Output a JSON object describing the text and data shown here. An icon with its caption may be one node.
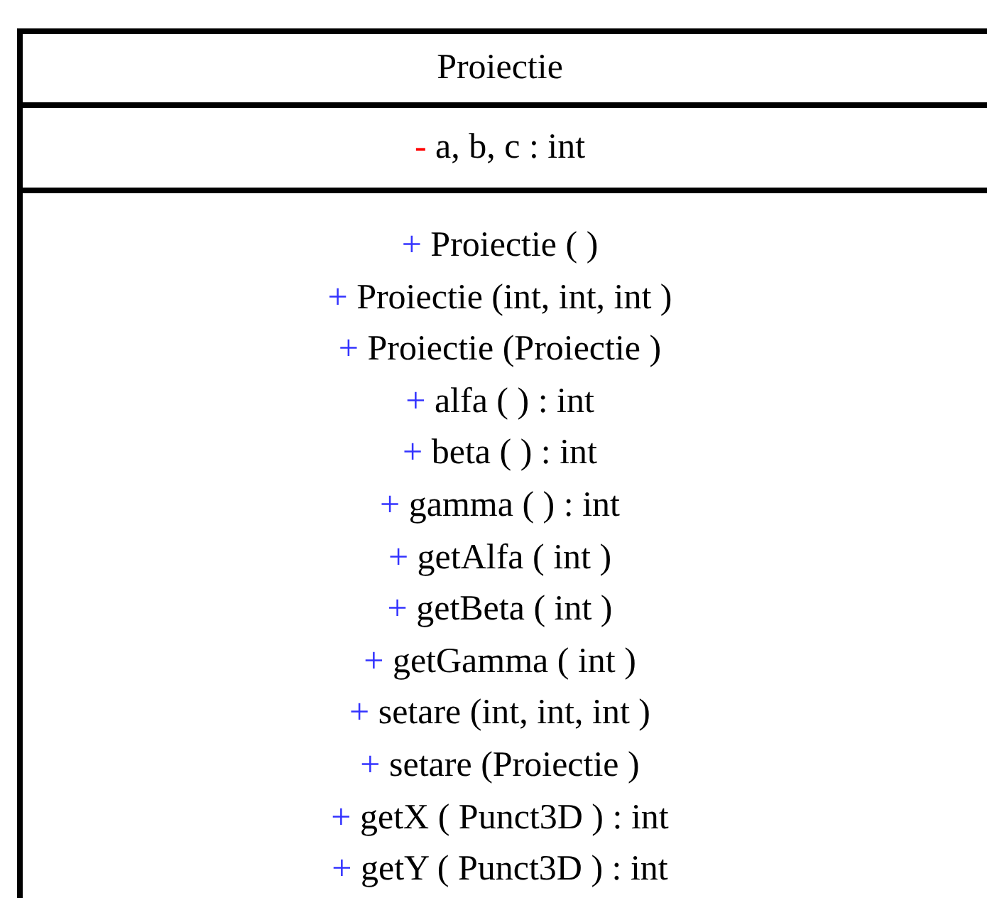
{
  "diagram": {
    "nodes": [
      {
        "text": [],
        "shape": "box"
      },
      {
        "text": [
          "Proiectie"
        ],
        "in": 0
      },
      {
        "text": [
          "- a, b, c : int"
        ],
        "in": 0
      },
      {
        "text": [
          "+ Proiectie ( )",
          "+ Proiectie (int, int, int )",
          "+ Proiectie (Proiectie )",
          "+ alfa ( ) : int",
          "+ beta ( ) : int",
          "+ gamma ( ) : int",
          "+ getAlfa ( int )",
          "+ getBeta ( int )",
          "+ getGamma ( int )",
          "+ setare (int, int, int )",
          "+ setare (Proiectie )",
          "+ getX ( Punct3D ) : int",
          "+ getY ( Punct3D ) : int"
        ],
        "in": 0
      }
    ]
  }
}
